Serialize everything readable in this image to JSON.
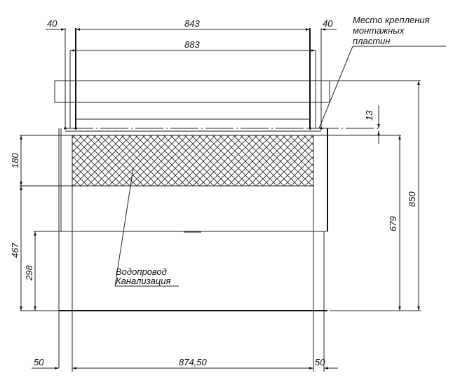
{
  "dimensions": {
    "top_left_offset": "40",
    "top_right_offset": "40",
    "top_inner_width": "843",
    "top_outer_width": "883",
    "gap": "13",
    "hatch_height": "180",
    "lower_height": "467",
    "pipe_height": "298",
    "cabinet_height": "679",
    "total_height": "850",
    "bottom_left_offset": "50",
    "bottom_width": "874,50",
    "bottom_right_offset": "50"
  },
  "labels": {
    "mount_line1": "Место крепления",
    "mount_line2": "монтажных",
    "mount_line3": "пластин",
    "water": "Водопровод",
    "sewer": "Канализация"
  }
}
